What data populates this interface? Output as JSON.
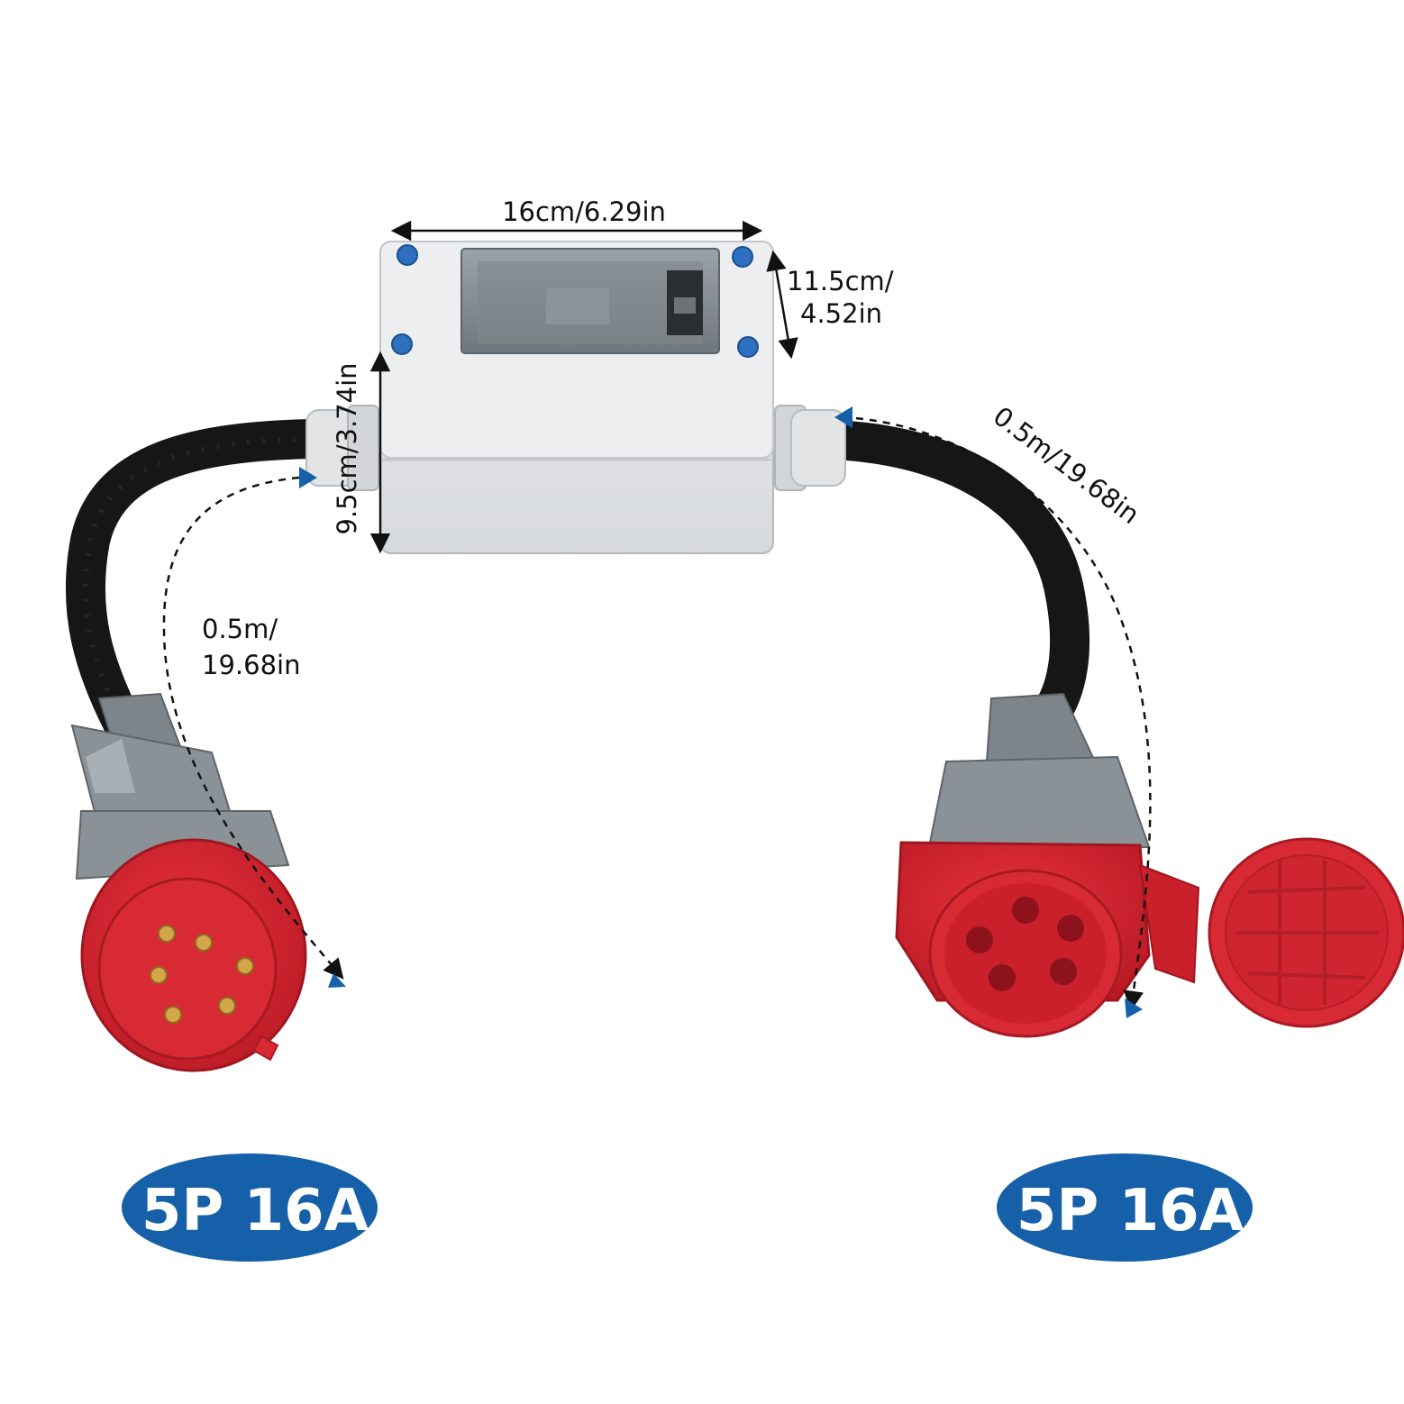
{
  "dimensions": {
    "width_label": "16cm/6.29in",
    "height_label_line1": "11.5cm/",
    "height_label_line2": "4.52in",
    "depth_label": "9.5cm/3.74in",
    "left_cable_line1": "0.5m/",
    "left_cable_line2": "19.68in",
    "right_cable_label": "0.5m/19.68in"
  },
  "badges": {
    "left_label": "5P 16A",
    "right_label": "5P 16A"
  },
  "colors": {
    "accent_blue": "#1560a8",
    "plug_red": "#dc2430",
    "plug_grey": "#7d858b",
    "cable_black": "#161616",
    "box_grey": "#e6e8ea"
  }
}
